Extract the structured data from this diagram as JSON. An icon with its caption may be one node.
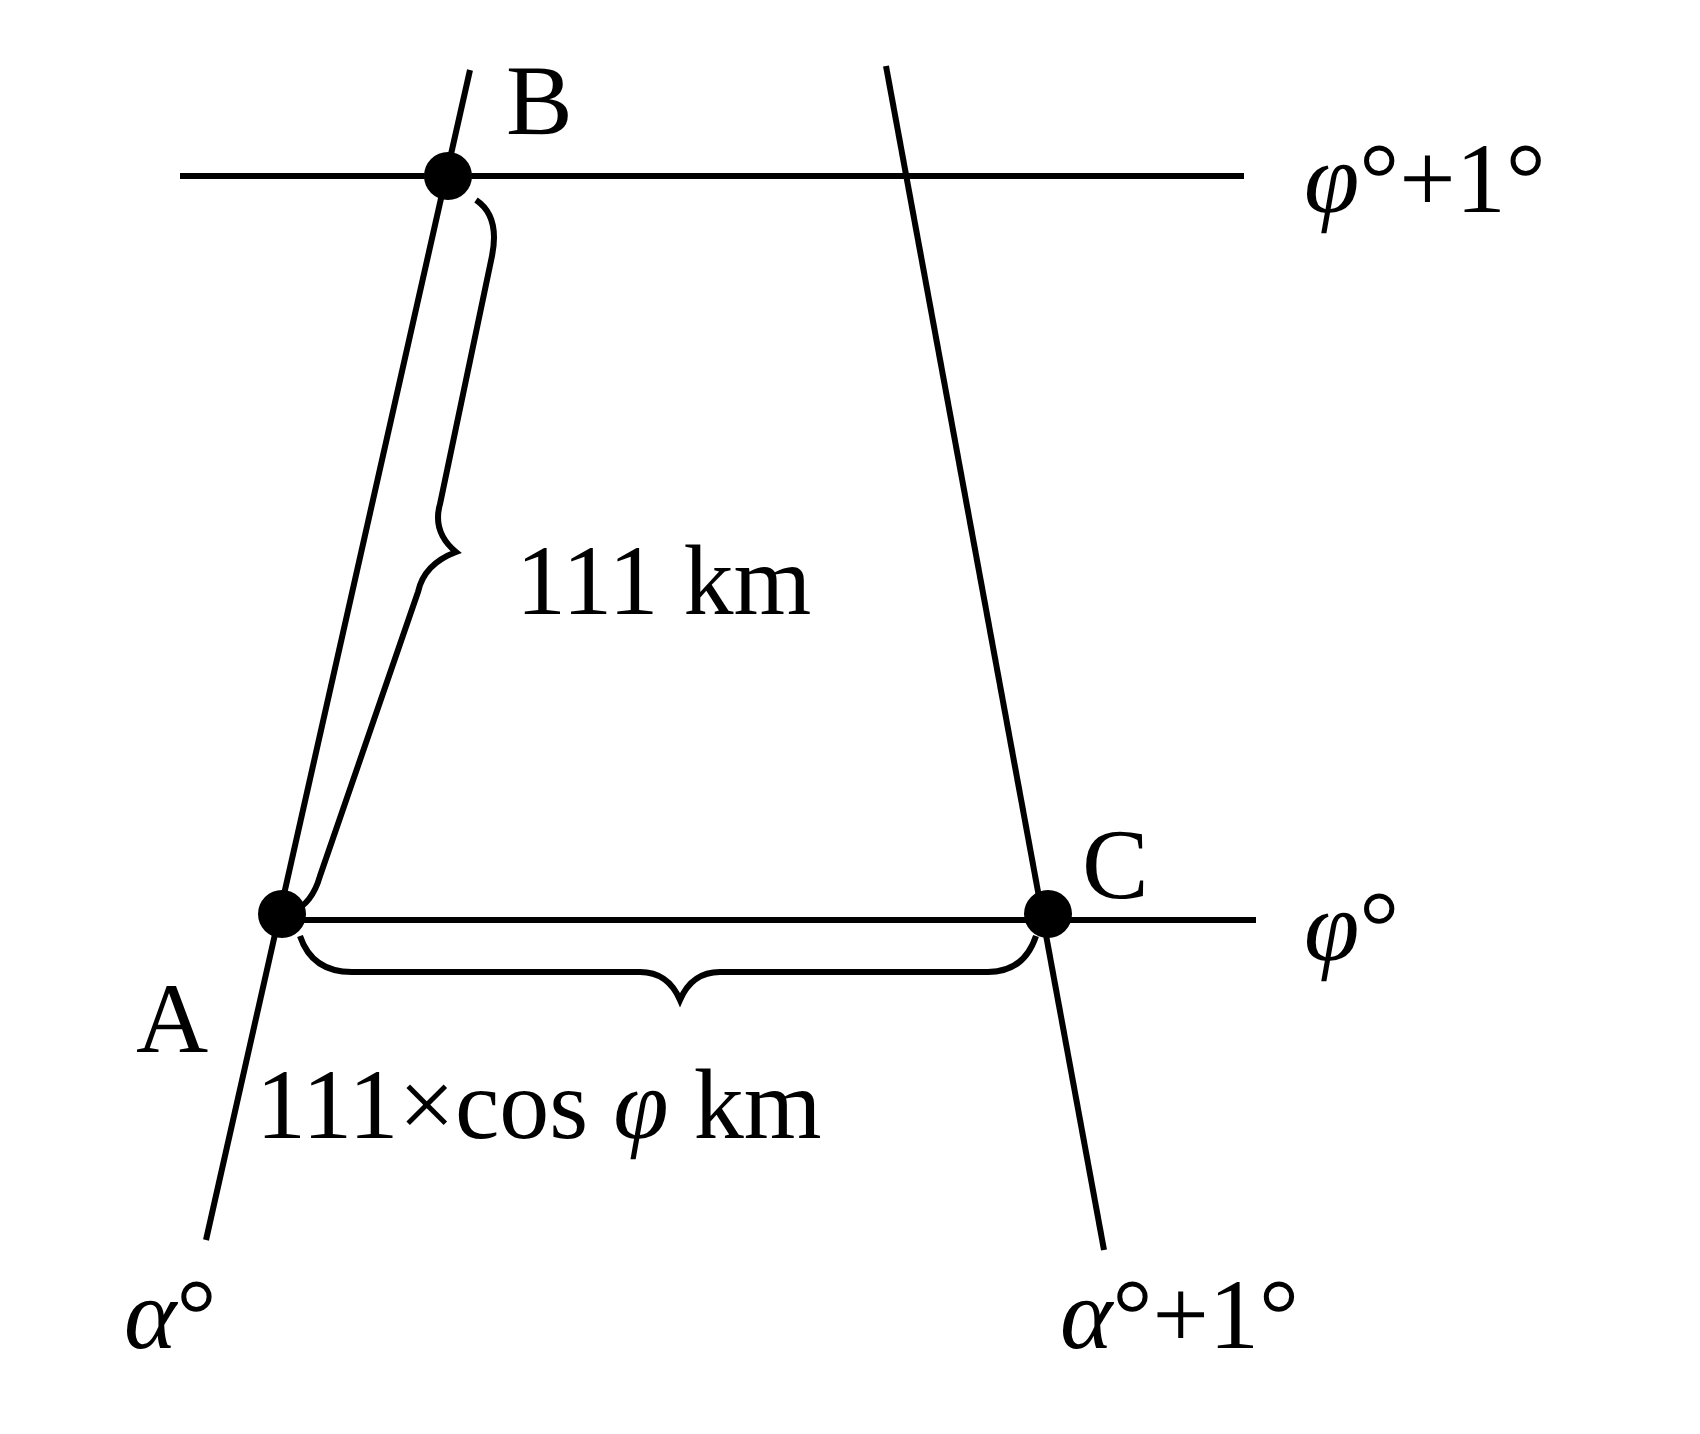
{
  "diagram": {
    "labels": [
      "B",
      "*φ*°+1°",
      "111 km",
      "C",
      "*φ*°",
      "A",
      "111×cos *φ* km",
      "*α*°",
      "*α*°+1°"
    ]
  }
}
